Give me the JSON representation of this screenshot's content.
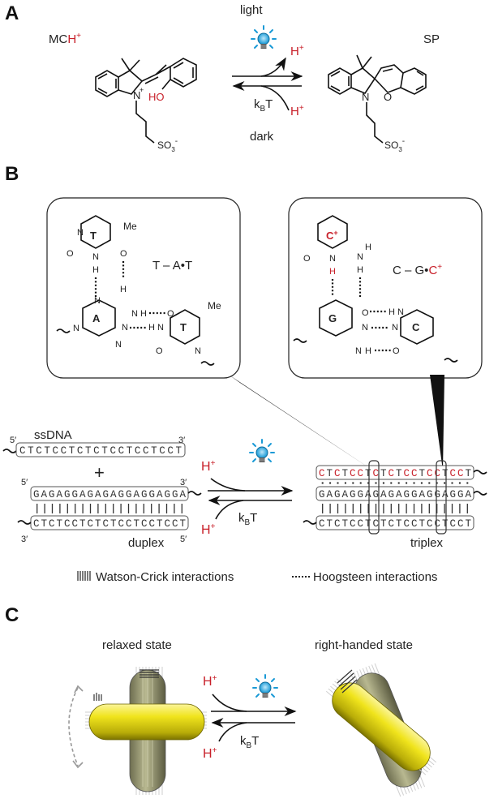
{
  "panels": {
    "a": "A",
    "b": "B",
    "c": "C"
  },
  "panel_a": {
    "left_label_prefix": "MC",
    "left_label_h": "H",
    "left_label_plus": "+",
    "right_label": "SP",
    "top_condition": "light",
    "bottom_condition": "dark",
    "proton": "H",
    "proton_charge": "+",
    "kbt_k": "k",
    "kbt_b": "B",
    "kbt_t": "T",
    "ho_label": "HO",
    "sulfonate": "SO",
    "sulfonate_sub": "3",
    "sulfonate_charge": "-"
  },
  "panel_b": {
    "tat_label": "T – A•T",
    "cgc_prefix": "C – G•",
    "cgc_red": "C",
    "cgc_red_charge": "+",
    "ssdna_label": "ssDNA",
    "prime5": "5′",
    "prime3": "3′",
    "ssdna_seq": "CTCTCCTCTCTCCTCCTCCT",
    "duplex_top_seq": "GAGAGGAGAGAGGAGGAGGA",
    "duplex_bottom_seq": "CTCTCCTCTCTCCTCCTCCT",
    "plus_sign": "+",
    "duplex_label": "duplex",
    "triplex_label": "triplex",
    "triplex_top_seq": "CTCTCCTCTCTCCTCCTCCT",
    "triplex_mid_seq": "GAGAGGAGAGAGGAGGAGGA",
    "triplex_bot_seq": "CTCTCCTCTCTCCTCCTCCT",
    "legend_wc": "Watson-Crick interactions",
    "legend_hoog": "Hoogsteen interactions",
    "atoms": {
      "N": "N",
      "O": "O",
      "H": "H",
      "Me": "Me",
      "T": "T",
      "A": "A",
      "G": "G",
      "C": "C"
    }
  },
  "panel_c": {
    "left_state": "relaxed state",
    "right_state": "right-handed state"
  },
  "colors": {
    "red": "#c8202a",
    "bulb": "#1a9ad6",
    "rod": "#e8e020",
    "rod_dark": "#8a8a10",
    "gray_rod": "#8c8c70"
  }
}
